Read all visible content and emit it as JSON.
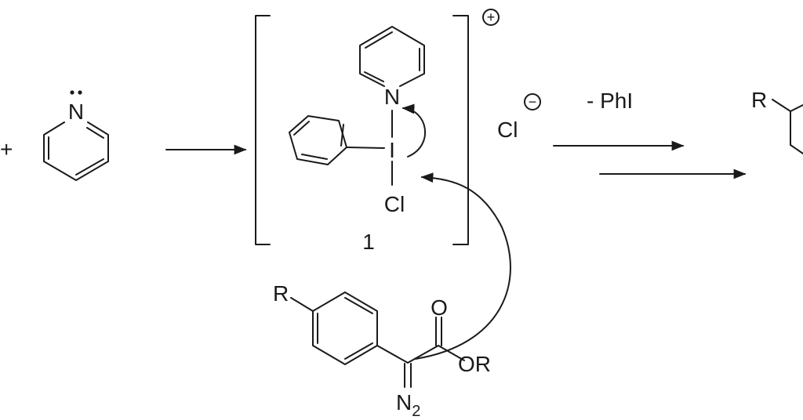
{
  "labels": {
    "plus_sign": "+",
    "pyridine_N": "N",
    "pyridinium_N": "N",
    "iodine": "I",
    "chlorine_on_iodine": "Cl",
    "compound_number": "1",
    "cation_charge": "+",
    "counter_anion": "Cl",
    "anion_charge": "−",
    "byproduct": "- PhI",
    "product_R": "R",
    "diazo_R": "R",
    "carbonyl_O": "O",
    "ester_OR": "OR",
    "diazo_N2_base": "N",
    "diazo_N2_subscript": "2"
  },
  "colors": {
    "ink": "#1a1a1a",
    "background": "#ffffff"
  }
}
